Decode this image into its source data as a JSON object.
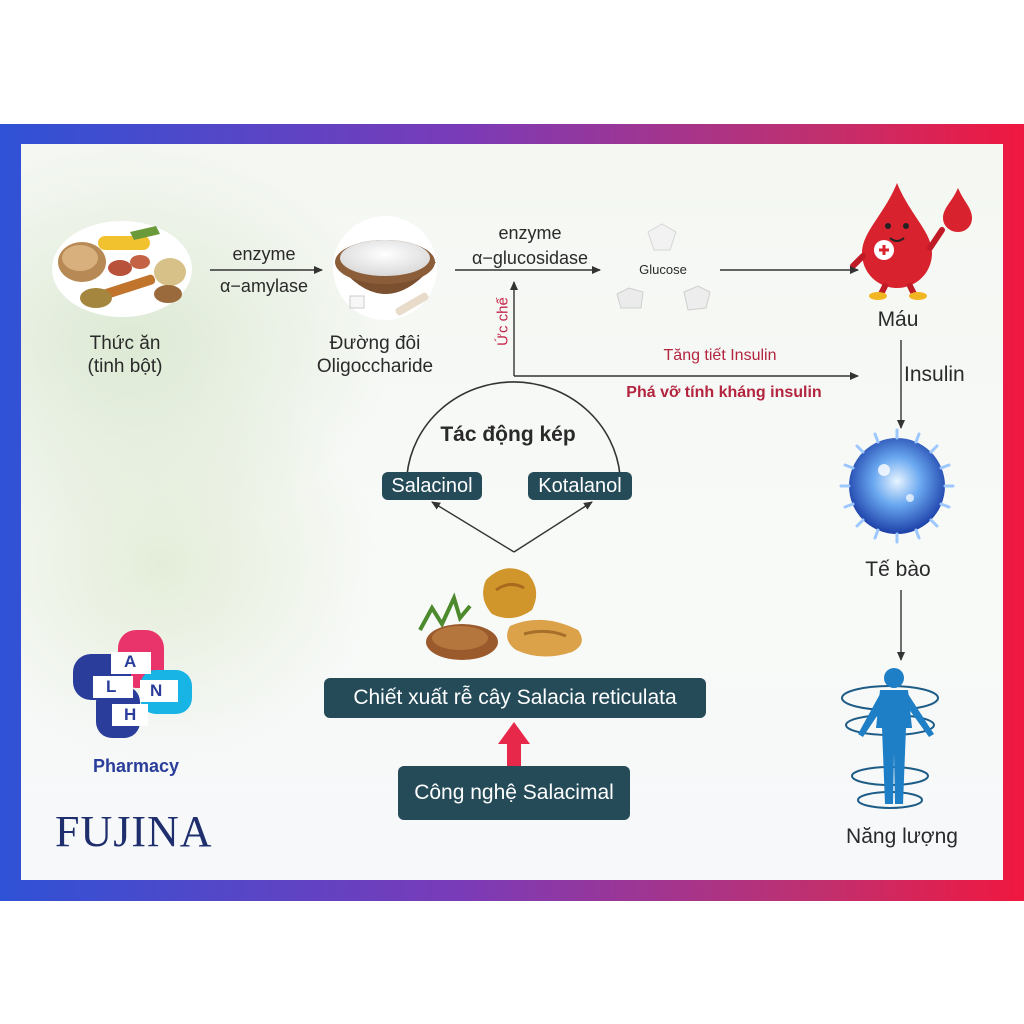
{
  "flow": {
    "food_label": "Thức ăn",
    "food_sublabel": "(tinh bột)",
    "enzyme1_label": "enzyme",
    "enzyme1_name": "α−amylase",
    "sugar_label": "Đường đôi",
    "sugar_sublabel": "Oligoccharide",
    "enzyme2_label": "enzyme",
    "enzyme2_name": "α−glucosidase",
    "glucose_label": "Glucose",
    "blood_label": "Máu",
    "insulin_label": "Insulin",
    "cell_label": "Tế bào",
    "energy_label": "Năng lượng",
    "inhibit_label": "Ức chế",
    "insulin_secretion": "Tăng tiết Insulin",
    "insulin_resistance": "Phá vỡ tính kháng insulin"
  },
  "mechanism": {
    "dual_action_title": "Tác động kép",
    "compound1": "Salacinol",
    "compound2": "Kotalanol",
    "extract_label": "Chiết xuất rễ cây Salacia reticulata",
    "technology_label": "Công nghệ Salacimal"
  },
  "brand": {
    "logo_letters": [
      "A",
      "L",
      "N",
      "H"
    ],
    "pharmacy_label": "Pharmacy",
    "product_name": "FUJINA"
  },
  "colors": {
    "box_fill": "#254b58",
    "accent_red": "#c4264a",
    "insulin_text": "#b3243f",
    "logo_blue": "#2a3d9a",
    "logo_pink": "#e8336b",
    "logo_cyan": "#19b4e6"
  },
  "icons": [
    "starch-food-icon",
    "sugar-bowl-icon",
    "glucose-cubes-icon",
    "blood-drop-mascot-icon",
    "cell-icon",
    "human-energy-icon",
    "salacia-root-icon"
  ]
}
